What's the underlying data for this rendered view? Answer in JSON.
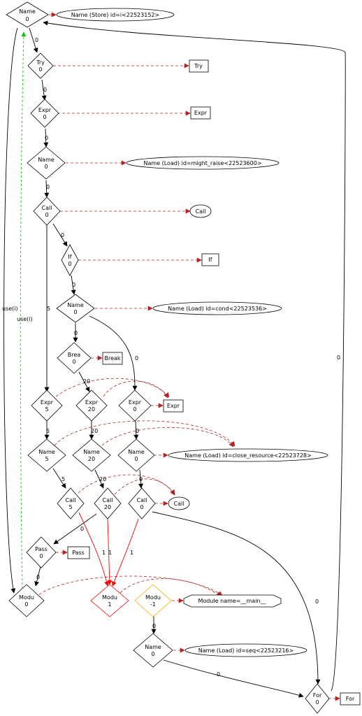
{
  "colors": {
    "black": "#000000",
    "dashed_red": "#b22222",
    "red": "#ff0000",
    "green": "#00cc00",
    "orange": "#ffa500"
  },
  "nodes": {
    "n_name_top": [
      "Name",
      "0"
    ],
    "n_try": [
      "Try",
      "0"
    ],
    "n_expr1": [
      "Expr",
      "0"
    ],
    "n_name2": [
      "Name",
      "0"
    ],
    "n_call1": [
      "Call",
      "0"
    ],
    "n_if": [
      "If",
      "0"
    ],
    "n_name3": [
      "Name",
      "0"
    ],
    "n_brea": [
      "Brea",
      "0"
    ],
    "n_expr5": [
      "Expr",
      "5"
    ],
    "n_expr20": [
      "Expr",
      "20"
    ],
    "n_expr0": [
      "Expr",
      "0"
    ],
    "n_name5": [
      "Name",
      "5"
    ],
    "n_name20": [
      "Name",
      "20"
    ],
    "n_name0b": [
      "Name",
      "0"
    ],
    "n_call5": [
      "Call",
      "5"
    ],
    "n_call20": [
      "Call",
      "20"
    ],
    "n_call0b": [
      "Call",
      "0"
    ],
    "n_pass": [
      "Pass",
      "0"
    ],
    "n_modu0": [
      "Modu",
      "0"
    ],
    "n_modu1": [
      "Modu",
      "1"
    ],
    "n_modu_neg": [
      "Modu",
      "-1"
    ],
    "n_name_seq": [
      "Name",
      "0"
    ],
    "n_for": [
      "For",
      "0"
    ]
  },
  "labels": {
    "l_name_store": "Name (Store) id=i<22523152>",
    "l_try": "Try",
    "l_expr": "Expr",
    "l_might_raise": "Name (Load) id=might_raise<22523600>",
    "l_call": "Call",
    "l_if": "If",
    "l_cond": "Name (Load) id=cond<22523536>",
    "l_break": "Break",
    "l_expr2": "Expr",
    "l_close": "Name (Load) id=close_resource<22523728>",
    "l_call2": "Call",
    "l_pass": "Pass",
    "l_module": "Module name=__main__",
    "l_seq": "Name (Load) id=seq<22523216>",
    "l_for": "For"
  },
  "edge_labels": {
    "e1": "0",
    "e2": "0",
    "e3": "0",
    "e4": "0",
    "e5": "0",
    "e6": "0",
    "e7": "5",
    "e8": "0",
    "e9": "20",
    "e10": "0",
    "e11": "5",
    "e12": "20",
    "e13": "0",
    "e14": "5",
    "e15": "20",
    "e16": "0",
    "e17": "0",
    "e18": "1",
    "e19": "1",
    "e20": "1",
    "e21": "0",
    "e22": "0",
    "e23": "0",
    "e24": "0",
    "e25": "0",
    "e26": "use(i)"
  }
}
